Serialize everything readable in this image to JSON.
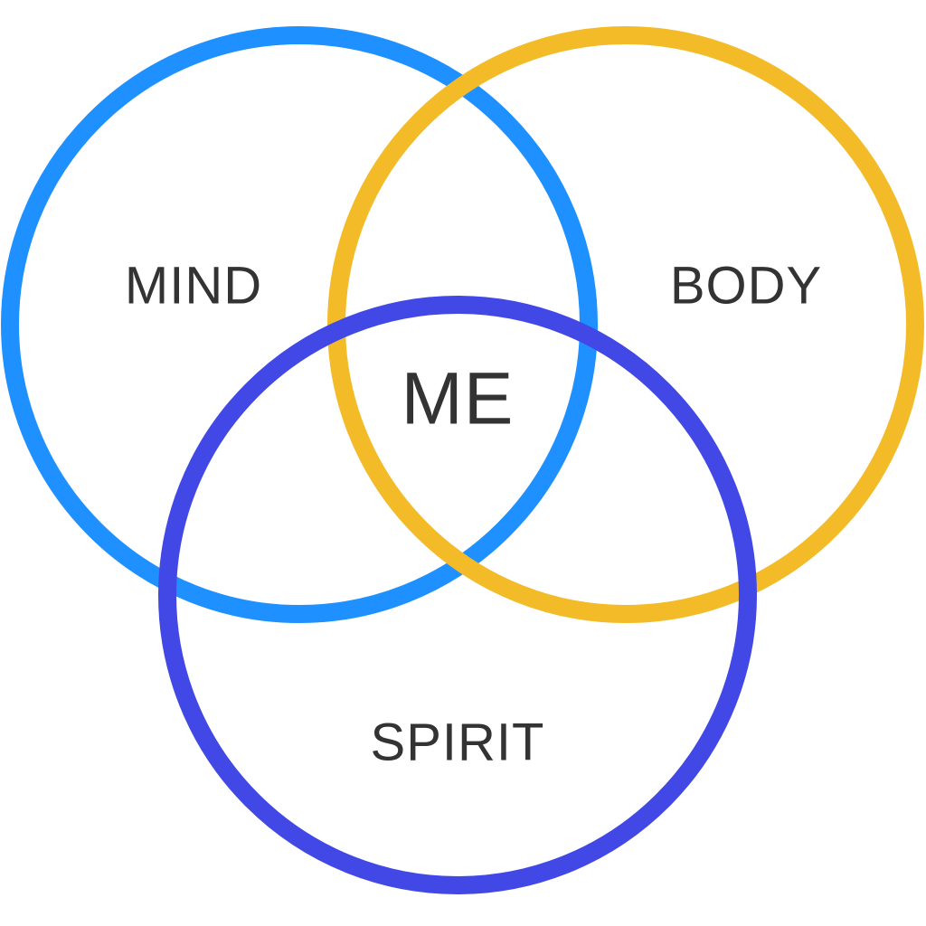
{
  "diagram": {
    "type": "venn",
    "sets": [
      {
        "id": "mind",
        "label": "MIND",
        "color": "#1E90FF"
      },
      {
        "id": "body",
        "label": "BODY",
        "color": "#F3BB28"
      },
      {
        "id": "spirit",
        "label": "SPIRIT",
        "color": "#4148E6"
      }
    ],
    "intersection_label": "ME",
    "text_color": "#333333",
    "background": "#FFFFFF"
  }
}
